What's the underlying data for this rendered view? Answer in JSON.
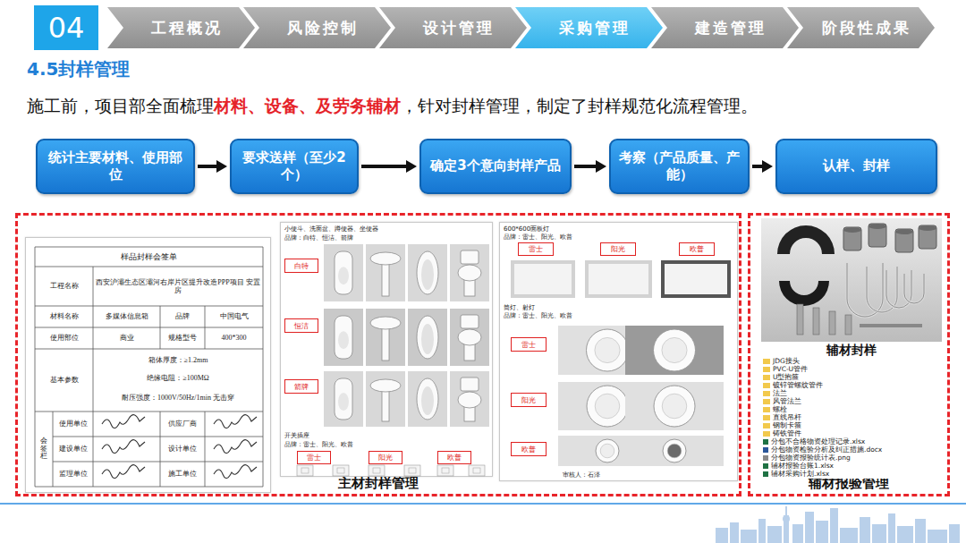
{
  "diagram": {
    "title": "4.5封样管理",
    "nodes": [
      {
        "text": [
          "04"
        ]
      },
      {
        "text": [
          "工程概况"
        ]
      },
      {
        "text": [
          "风险控制"
        ]
      },
      {
        "text": [
          "设计管理"
        ]
      },
      {
        "text": [
          "采购管理"
        ]
      },
      {
        "text": [
          "建造管理"
        ]
      },
      {
        "text": [
          "阶段性成果"
        ]
      },
      {
        "text": [
          "统计主要材料、使用部位"
        ]
      },
      {
        "text": [
          "要求送样（至少2个）"
        ]
      },
      {
        "text": [
          "确定3个意向封样产品"
        ]
      },
      {
        "text": [
          "考察（产品质量、产能）"
        ]
      },
      {
        "text": [
          "认样、封样"
        ]
      },
      {
        "text": [
          "主材封样管理"
        ]
      },
      {
        "text": [
          "辅材报验管理"
        ]
      },
      {
        "text": [
          "样品封样会签单",
          "工程名称",
          "西安沪灞生态区灞河右岸片区提升改造PPP项目 安置房",
          "材料名称",
          "多媒体信息箱",
          "品牌",
          "中国电气",
          "使用部位",
          "商业",
          "规格型号",
          "400*300",
          "基本参数",
          "箱体厚度：≥1.2mm",
          "绝缘电阻：≥100MΩ",
          "耐压强度：1000V/50Hz/1min 无击穿",
          "会签栏",
          "使用单位",
          "供应厂商",
          "建设单位",
          "设计单位",
          "监理单位",
          "施工单位"
        ],
        "in": 12
      },
      {
        "text": [
          "小便斗、洗面盆、蹲便器、坐便器",
          "品牌：白特、恒洁、箭牌",
          "开关插座",
          "品牌：雷士、阳光、欧普"
        ],
        "in": 12
      },
      {
        "text": [
          "白特"
        ],
        "in": 15
      },
      {
        "text": [
          "恒洁"
        ],
        "in": 15
      },
      {
        "text": [
          "箭牌"
        ],
        "in": 15
      },
      {
        "text": [
          "雷士"
        ],
        "in": 15
      },
      {
        "text": [
          "阳光"
        ],
        "in": 15
      },
      {
        "text": [
          "欧普"
        ],
        "in": 15
      },
      {
        "text": [
          "600*600面板灯",
          "品牌：雷士、阳光、欧普",
          "筒灯、射灯",
          "品牌：雷士、阳光、欧普",
          "审核人：石泽"
        ],
        "in": 12
      },
      {
        "text": [
          "雷士"
        ],
        "in": 22
      },
      {
        "text": [
          "阳光"
        ],
        "in": 22
      },
      {
        "text": [
          "欧普"
        ],
        "in": 22
      },
      {
        "text": [
          "雷士"
        ],
        "in": 22
      },
      {
        "text": [
          "阳光"
        ],
        "in": 22
      },
      {
        "text": [
          "欧普"
        ],
        "in": 22
      },
      {
        "text": [
          "辅材封样"
        ],
        "in": 13
      },
      {
        "text": [
          "JDG接头",
          "PVC-U管件",
          "U型抱箍",
          "镀锌管螺纹管件",
          "法兰",
          "风管法兰",
          "螺栓",
          "直线吊杆",
          "钢制卡箍",
          "铸铁管件",
          "分包不合格物资处理记录.xlsx",
          "分包物资检验分析及纠正措施.docx",
          "分包物资报验统计表.png",
          "辅材报验台账1.xlsx",
          "辅材采购计划.xlsx"
        ],
        "in": 13
      }
    ],
    "edges": [
      {
        "from": 7,
        "to": 8,
        "arrow": "to"
      },
      {
        "from": 8,
        "to": 9,
        "arrow": "to"
      },
      {
        "from": 9,
        "to": 10,
        "arrow": "to"
      },
      {
        "from": 10,
        "to": 11,
        "arrow": "to"
      }
    ],
    "labels": [
      "施工前，项目部全面梳理",
      "材料、设备、及劳务辅材",
      "，针对封样管理，制定了封样规范化流程管理。"
    ]
  }
}
